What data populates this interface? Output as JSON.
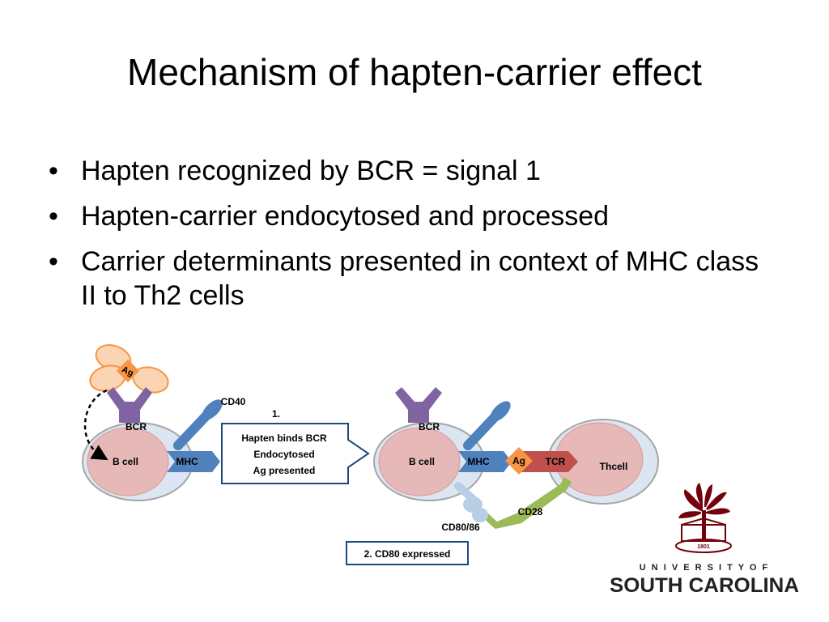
{
  "slide": {
    "title": "Mechanism of hapten-carrier effect",
    "bullets": [
      "Hapten recognized by BCR = signal 1",
      "Hapten-carrier endocytosed and processed",
      "Carrier determinants presented in context of MHC class II to Th2 cells"
    ]
  },
  "diagram": {
    "left": {
      "ag": "Ag",
      "bcr": "BCR",
      "cell": "B cell",
      "mhc": "MHC",
      "cd40": "CD40"
    },
    "step1": {
      "number": "1.",
      "lines": [
        "Hapten binds BCR",
        "Endocytosed",
        "Ag presented"
      ]
    },
    "right": {
      "bcr": "BCR",
      "cell": "B cell",
      "mhc": "MHC",
      "ag": "Ag",
      "tcr": "TCR",
      "tcell": "Thcell",
      "cd28": "CD28",
      "cd80": "CD80/86"
    },
    "step2": {
      "label": "2. CD80 expressed"
    }
  },
  "logo": {
    "line1": "U N I V E R S I T Y   O F",
    "line2": "SOUTH CAROLINA",
    "seal_year": "1801"
  },
  "colors": {
    "bcr": "#8064a2",
    "cd40": "#4f81bd",
    "mhc": "#4f81bd",
    "ag": "#f79646",
    "antigen_lobes": "#fbd4b4",
    "tcr": "#c0504d",
    "cd28": "#9bbb59",
    "cd80": "#b9cde5",
    "cell_outer": "#dce6f2",
    "cell_inner": "#e6b9b8",
    "box_border": "#1f497d",
    "logo": "#73000a"
  }
}
